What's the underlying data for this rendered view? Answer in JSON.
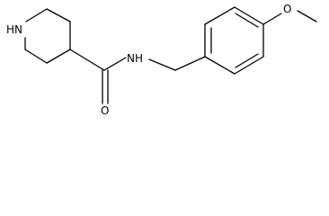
{
  "molecule": {
    "atoms": {
      "ring_nitrogen": "HN",
      "amide_oxygen": "O",
      "amide_nitrogen": "NH",
      "ether_oxygen": "O"
    }
  }
}
